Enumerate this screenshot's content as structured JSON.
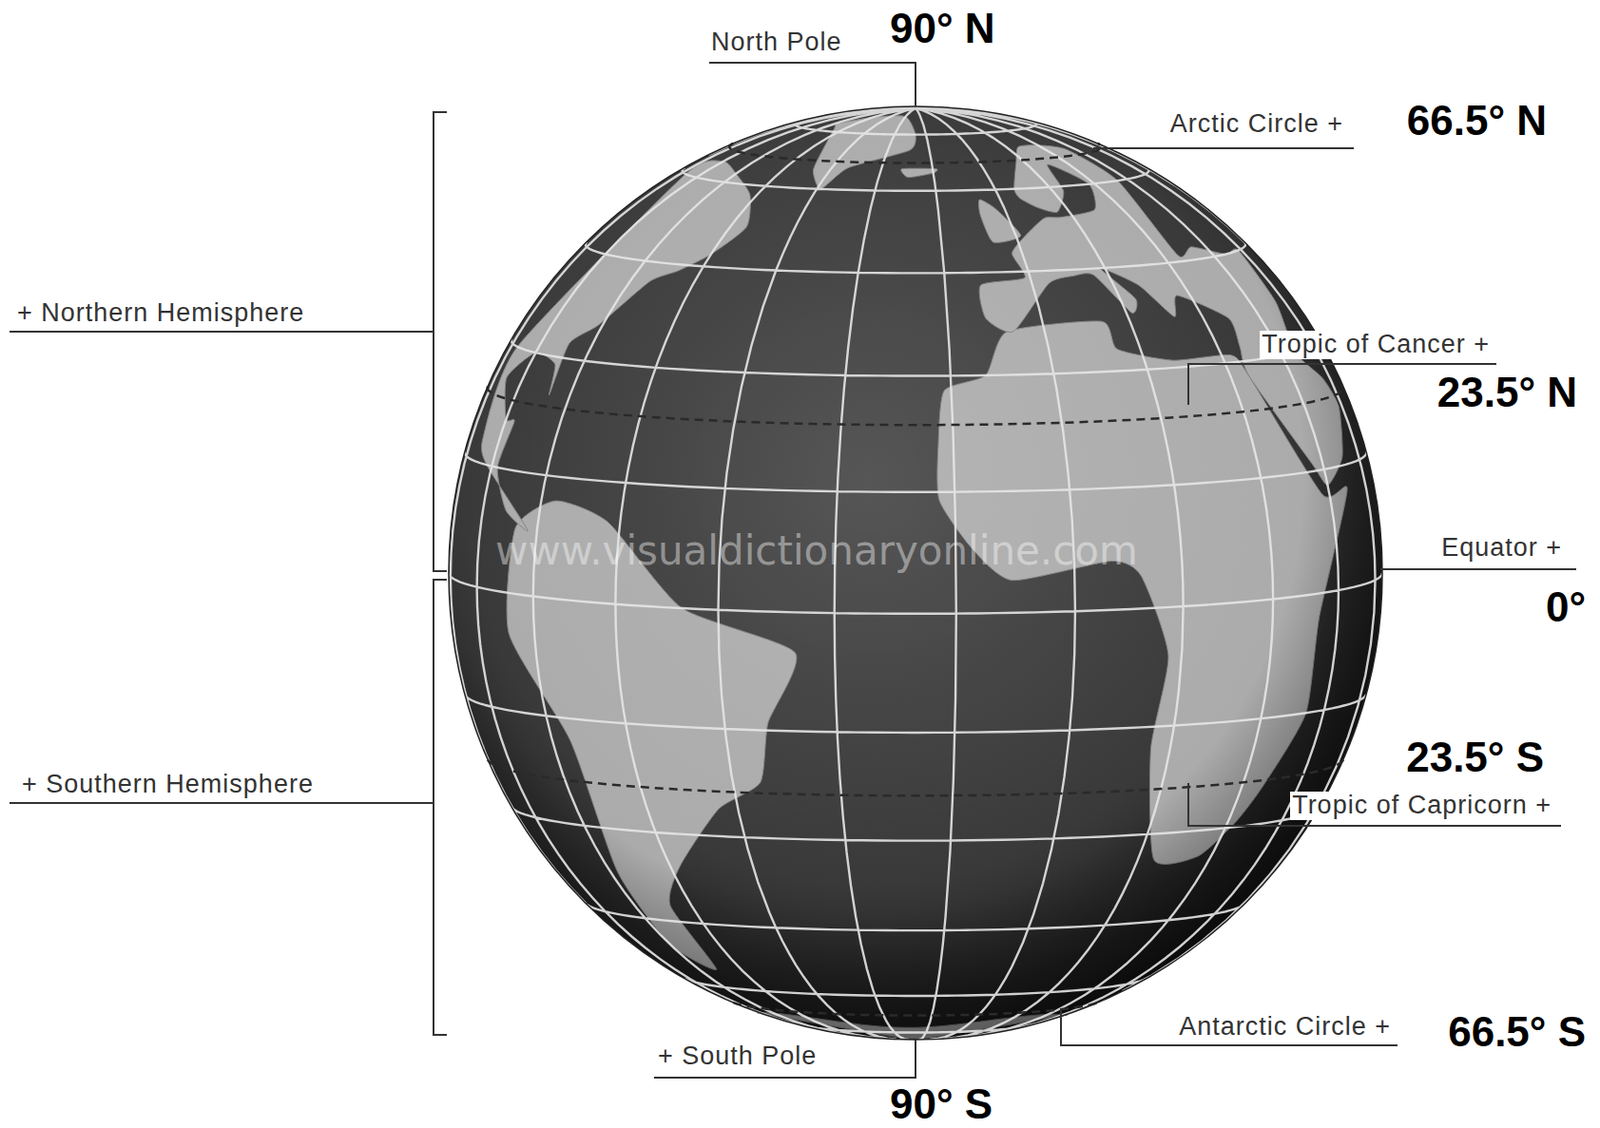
{
  "diagram": {
    "labels": [
      "North Pole",
      "90° N",
      "Arctic Circle +",
      "66.5° N",
      "+ Northern Hemisphere",
      "Tropic of Cancer +",
      "23.5° N",
      "Equator +",
      "0°",
      "www.visualdictionaryonline.com",
      "23.5° S",
      "Tropic of Capricorn +",
      "+ Southern Hemisphere",
      "Antarctic Circle +",
      "66.5° S",
      "+ South Pole",
      "90° S"
    ]
  }
}
